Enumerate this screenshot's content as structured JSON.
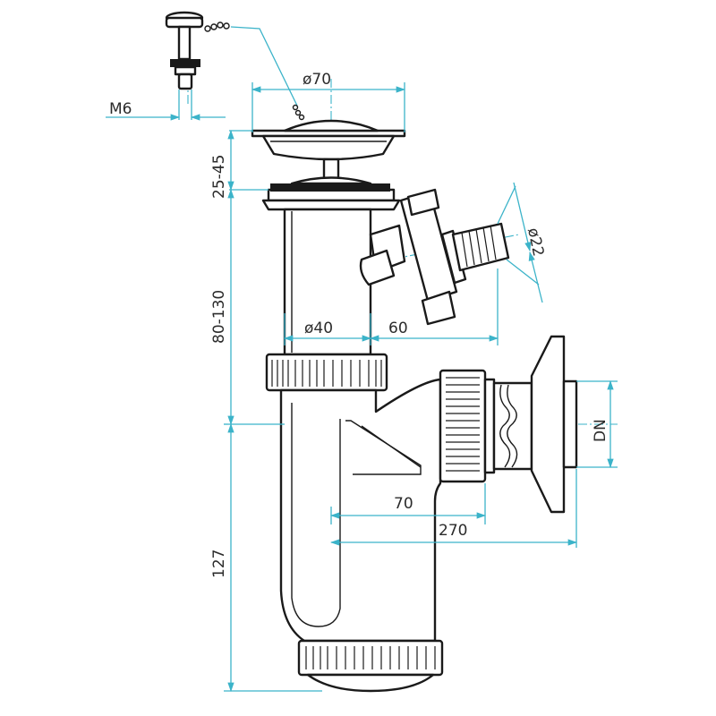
{
  "dimensions": {
    "m6": "M6",
    "d70": "ø70",
    "d40": "ø40",
    "d22": "ø22",
    "h25_45": "25-45",
    "h80_130": "80-130",
    "h127": "127",
    "l60": "60",
    "l70": "70",
    "l270": "270",
    "dn": "DN"
  },
  "colors": {
    "dimension_lines": "#3bb3c9",
    "outline": "#1a1a1a",
    "background": "#ffffff"
  }
}
